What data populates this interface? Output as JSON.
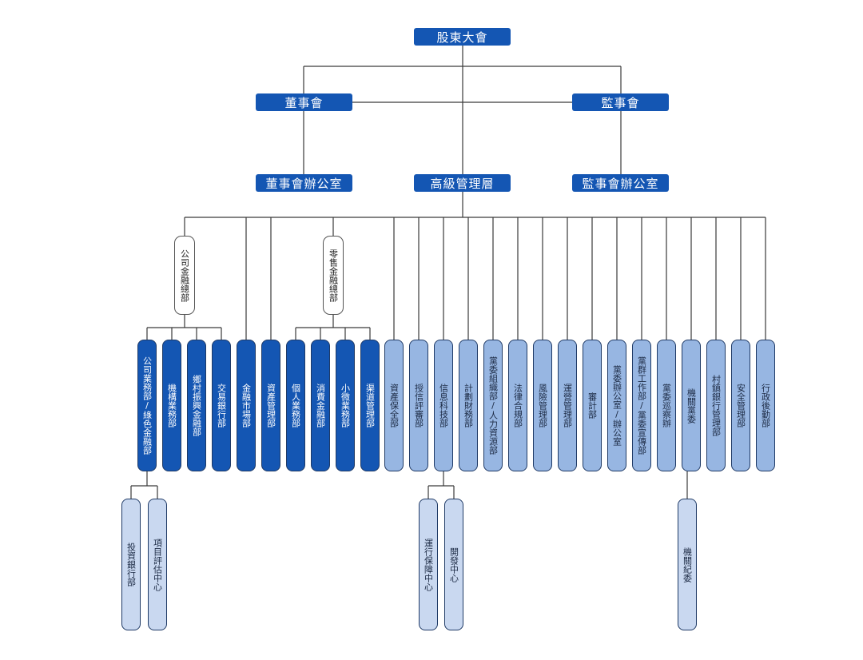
{
  "top": {
    "shareholders": "股東大會",
    "board": "董事會",
    "supervisors": "監事會",
    "board_office": "董事會辦公室",
    "senior_mgmt": "高級管理層",
    "supervisor_office": "監事會辦公室"
  },
  "groups": {
    "corporate": "公司金融總部",
    "retail": "零售金融總部"
  },
  "departments": [
    {
      "id": "d1",
      "label": "公司業務部/綠色金融部",
      "tone": "dark"
    },
    {
      "id": "d2",
      "label": "機構業務部",
      "tone": "dark"
    },
    {
      "id": "d3",
      "label": "鄉村振興金融部",
      "tone": "dark"
    },
    {
      "id": "d4",
      "label": "交易銀行部",
      "tone": "dark"
    },
    {
      "id": "d5",
      "label": "金融市場部",
      "tone": "dark"
    },
    {
      "id": "d6",
      "label": "資產管理部",
      "tone": "dark"
    },
    {
      "id": "d7",
      "label": "個人業務部",
      "tone": "dark"
    },
    {
      "id": "d8",
      "label": "消費金融部",
      "tone": "dark"
    },
    {
      "id": "d9",
      "label": "小微業務部",
      "tone": "dark"
    },
    {
      "id": "d10",
      "label": "渠道管理部",
      "tone": "dark"
    },
    {
      "id": "d11",
      "label": "資產保全部",
      "tone": "mid"
    },
    {
      "id": "d12",
      "label": "授信評審部",
      "tone": "mid"
    },
    {
      "id": "d13",
      "label": "信息科技部",
      "tone": "mid"
    },
    {
      "id": "d14",
      "label": "計劃財務部",
      "tone": "mid"
    },
    {
      "id": "d15",
      "label": "黨委組織部/人力資源部",
      "tone": "mid"
    },
    {
      "id": "d16",
      "label": "法律合規部",
      "tone": "mid"
    },
    {
      "id": "d17",
      "label": "風險管理部",
      "tone": "mid"
    },
    {
      "id": "d18",
      "label": "運營管理部",
      "tone": "mid"
    },
    {
      "id": "d19",
      "label": "審計部",
      "tone": "mid"
    },
    {
      "id": "d20",
      "label": "黨委辦公室/辦公室",
      "tone": "mid"
    },
    {
      "id": "d21",
      "label": "黨群工作部/黨委宣傳部",
      "tone": "mid"
    },
    {
      "id": "d22",
      "label": "黨委巡察辦",
      "tone": "mid"
    },
    {
      "id": "d23",
      "label": "機關黨委",
      "tone": "mid"
    },
    {
      "id": "d24",
      "label": "村鎮銀行管理部",
      "tone": "mid"
    },
    {
      "id": "d25",
      "label": "安全管理部",
      "tone": "mid"
    },
    {
      "id": "d26",
      "label": "行政後勤部",
      "tone": "mid"
    }
  ],
  "subunits": [
    {
      "id": "s1",
      "label": "投資銀行部",
      "parent": "d1"
    },
    {
      "id": "s2",
      "label": "項目評估中心",
      "parent": "d1"
    },
    {
      "id": "s3",
      "label": "運行保障中心",
      "parent": "d13"
    },
    {
      "id": "s4",
      "label": "開發中心",
      "parent": "d13"
    },
    {
      "id": "s5",
      "label": "機關紀委",
      "parent": "d23"
    }
  ],
  "colors": {
    "dark": "#1456b3",
    "mid": "#97b6e2",
    "light": "#c9d8f0",
    "line": "#3a3a3a"
  }
}
